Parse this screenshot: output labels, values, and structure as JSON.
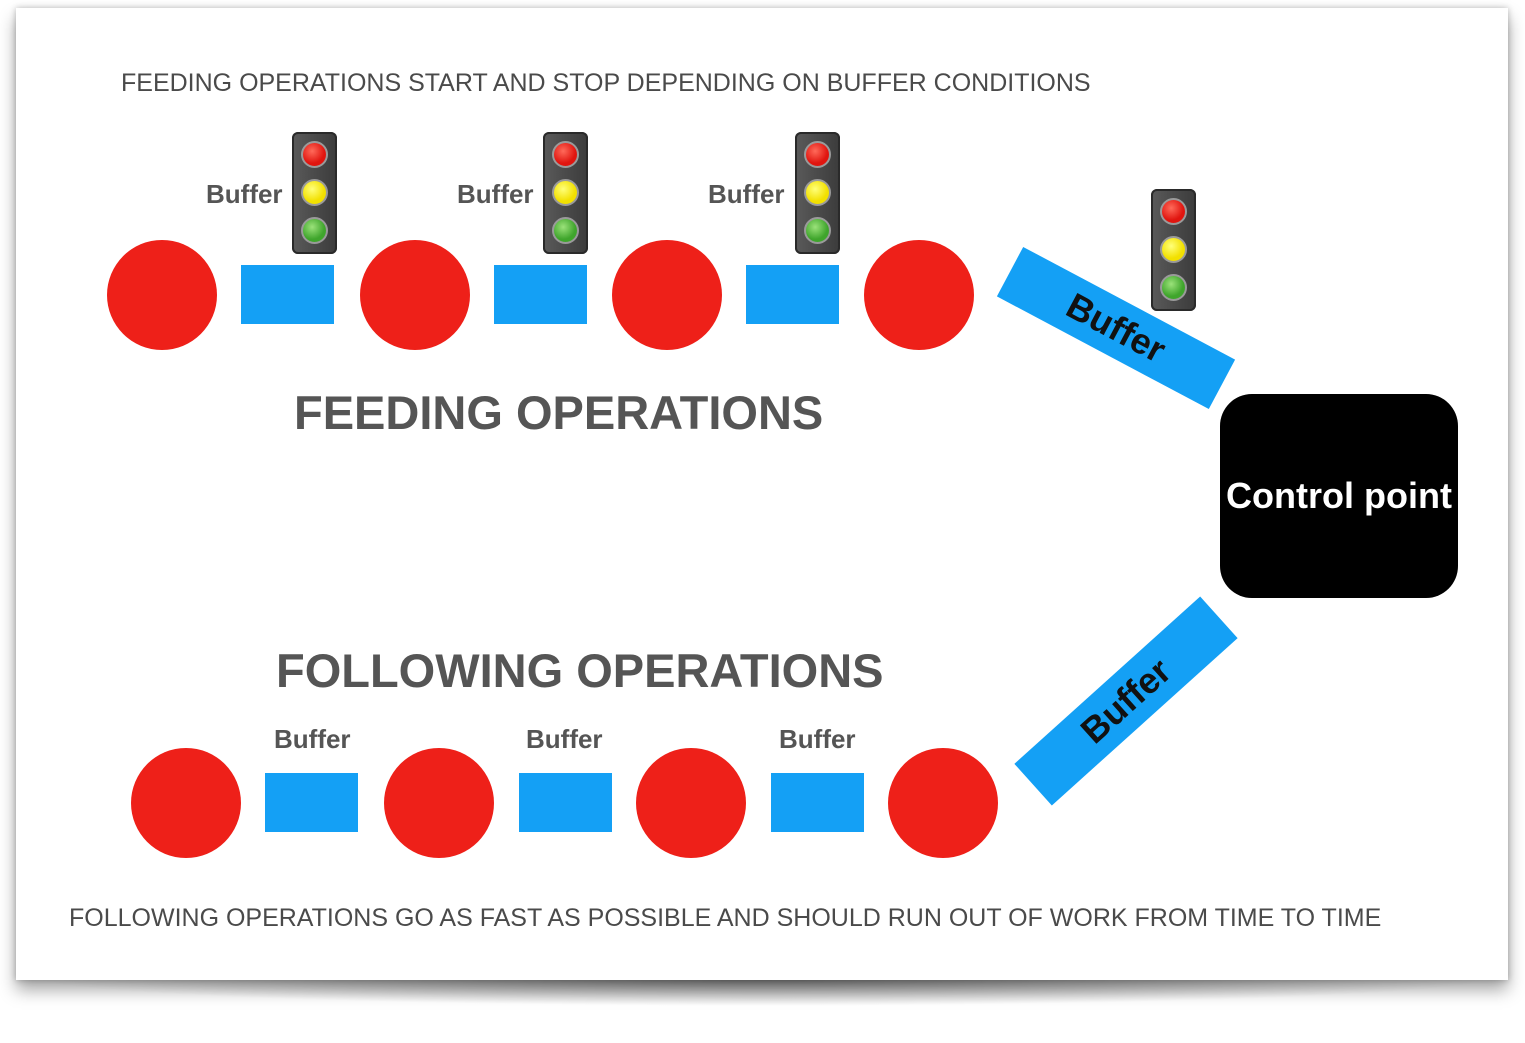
{
  "top_caption": "FEEDING OPERATIONS START AND STOP DEPENDING ON BUFFER CONDITIONS",
  "feeding_heading": "FEEDING OPERATIONS",
  "following_heading": "FOLLOWING OPERATIONS",
  "bottom_caption": "FOLLOWING OPERATIONS GO AS FAST AS POSSIBLE AND SHOULD RUN OUT OF WORK FROM TIME TO TIME",
  "buffer_label": "Buffer",
  "control_point_label": "Control point",
  "feeding_buffer_labels": [
    "Buffer",
    "Buffer",
    "Buffer"
  ],
  "following_buffer_labels": [
    "Buffer",
    "Buffer",
    "Buffer"
  ],
  "colors": {
    "operation": "#ee2019",
    "buffer": "#14a0f5",
    "control_point": "#000000",
    "heading_text": "#555555",
    "caption_text": "#4a4a4a"
  },
  "icons": {
    "traffic_light": "traffic-light-icon"
  }
}
